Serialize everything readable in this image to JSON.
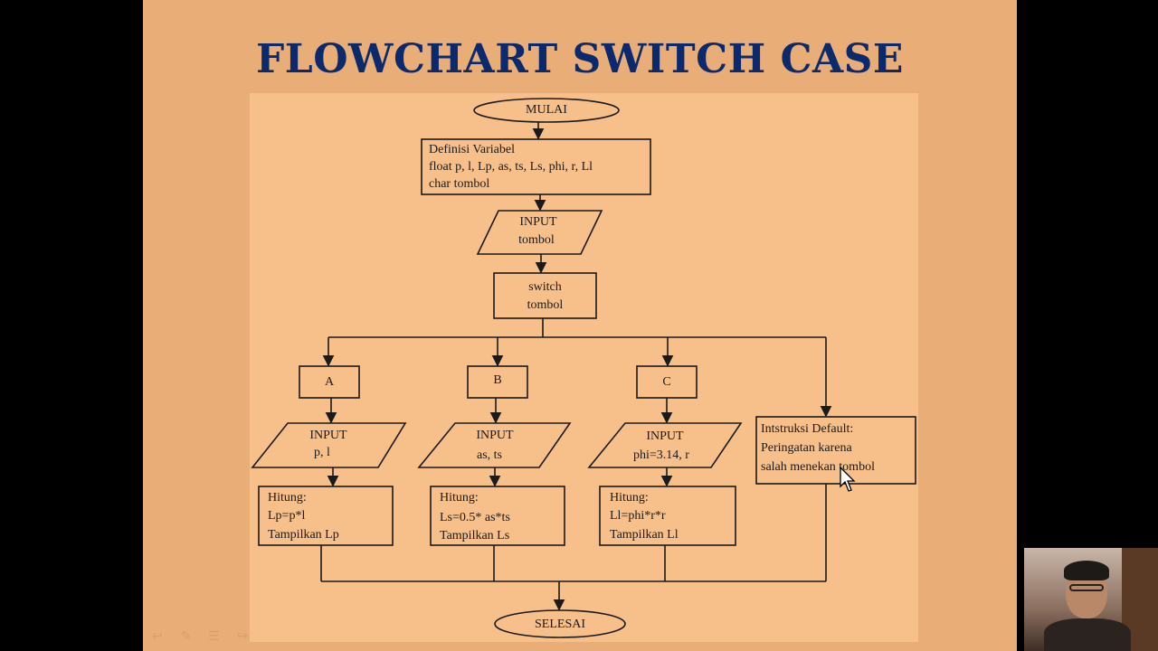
{
  "slide": {
    "title": "FLOWCHART SWITCH CASE"
  },
  "flowchart": {
    "start": "MULAI",
    "definition": {
      "line1": "Definisi Variabel",
      "line2": "float p, l, Lp, as, ts, Ls, phi, r, Ll",
      "line3": "char tombol"
    },
    "input_tombol": {
      "line1": "INPUT",
      "line2": "tombol"
    },
    "switch": {
      "line1": "switch",
      "line2": "tombol"
    },
    "cases": [
      {
        "label": "A",
        "input_line1": "INPUT",
        "input_line2": "p, l",
        "process_line1": "Hitung:",
        "process_line2": "Lp=p*l",
        "process_line3": "Tampilkan Lp"
      },
      {
        "label": "B",
        "input_line1": "INPUT",
        "input_line2": "as, ts",
        "process_line1": "Hitung:",
        "process_line2": "Ls=0.5* as*ts",
        "process_line3": "Tampilkan Ls"
      },
      {
        "label": "C",
        "input_line1": "INPUT",
        "input_line2": "phi=3.14, r",
        "process_line1": "Hitung:",
        "process_line2": "Ll=phi*r*r",
        "process_line3": "Tampilkan Ll"
      }
    ],
    "default": {
      "line1": "Intstruksi Default:",
      "line2": "Peringatan karena",
      "line3": "salah menekan tombol"
    },
    "end": "SELESAI"
  },
  "colors": {
    "slide_background": "#e9ad78",
    "diagram_background": "#f7bf89",
    "title": "#0b2a6e",
    "stroke": "#1a1a1a"
  },
  "icons": [
    "back-icon",
    "pen-icon",
    "menu-icon",
    "forward-icon",
    "mouse-cursor-icon"
  ]
}
